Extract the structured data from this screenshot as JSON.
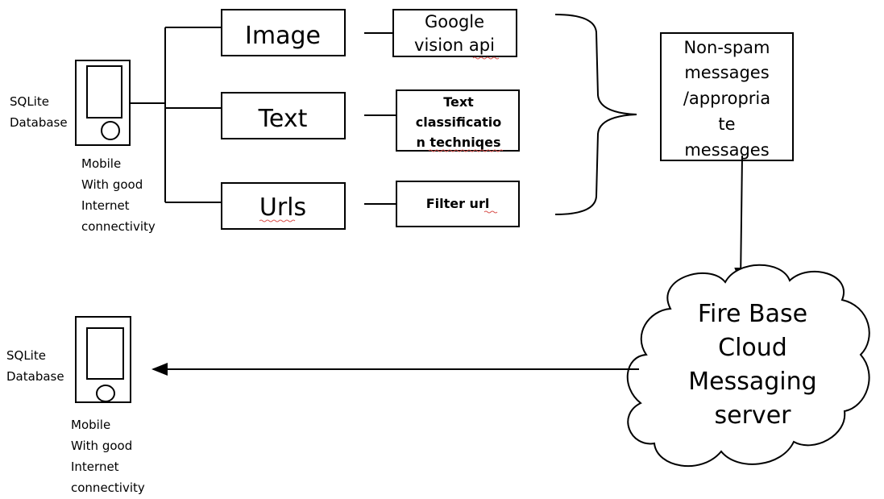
{
  "devices": {
    "top": {
      "db_label_1": "SQLite",
      "db_label_2": "Database",
      "caption": [
        "Mobile",
        "With good",
        "Internet",
        "connectivity"
      ]
    },
    "bottom": {
      "db_label_1": "SQLite",
      "db_label_2": "Database",
      "caption": [
        "Mobile",
        "With good",
        "Internet",
        "connectivity"
      ]
    }
  },
  "inputs": {
    "image": "Image",
    "text": "Text",
    "urls": "Urls"
  },
  "processors": {
    "google": [
      "Google",
      "vision api"
    ],
    "text_classification": [
      "Text",
      "classificatio",
      "n techniqes"
    ],
    "filter_url": "Filter url"
  },
  "output_box": [
    "Non-spam",
    "messages",
    "/appropria",
    "te",
    "messages"
  ],
  "server": [
    "Fire Base",
    "Cloud",
    "Messaging",
    "server"
  ]
}
